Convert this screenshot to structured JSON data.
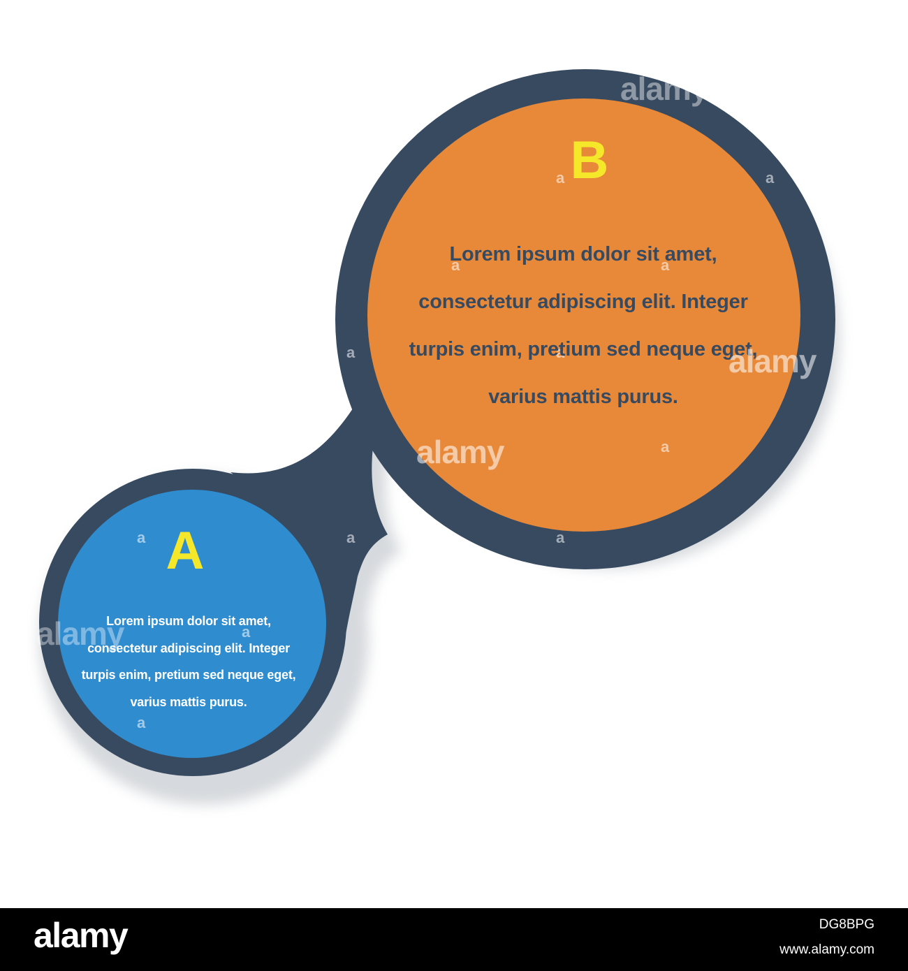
{
  "colors": {
    "background": "#ffffff",
    "frame": "#374a60",
    "node_b_fill": "#e8893a",
    "node_a_fill": "#2f8ccf",
    "letter": "#f5e82a",
    "text_b": "#374a60",
    "text_a": "#ffffff",
    "shadow": "#c9cdd2",
    "footer": "#000000"
  },
  "diagram": {
    "nodes": [
      {
        "id": "B",
        "letter": "B",
        "lines": [
          "Lorem ipsum dolor sit amet,",
          "consectetur adipiscing elit. Integer",
          "turpis enim, pretium sed neque eget,",
          "varius mattis purus."
        ]
      },
      {
        "id": "A",
        "letter": "A",
        "lines": [
          "Lorem ipsum dolor sit amet,",
          "consectetur adipiscing elit. Integer",
          "turpis enim, pretium sed neque eget,",
          "varius mattis purus."
        ]
      }
    ],
    "edges": [
      {
        "from": "A",
        "to": "B"
      }
    ]
  },
  "watermark": {
    "text": "alamy",
    "initial": "a"
  },
  "footer": {
    "logo": "alamy",
    "image_id": "DG8BPG",
    "url": "www.alamy.com"
  }
}
